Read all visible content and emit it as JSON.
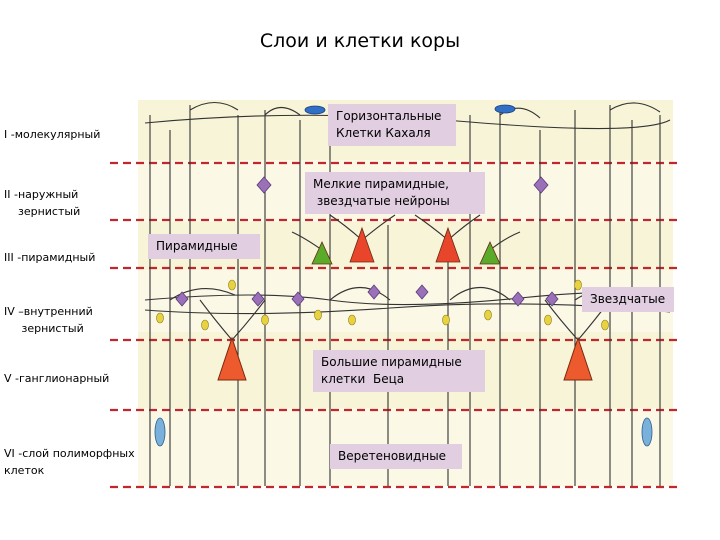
{
  "title": "Слои  и клетки  коры",
  "layers": [
    {
      "label": "I -молекулярный"
    },
    {
      "label": "II -наружный\n    зернистый"
    },
    {
      "label": "III -пирамидный"
    },
    {
      "label": "IV –внутренний\n     зернистый"
    },
    {
      "label": "V -ганглионарный"
    },
    {
      "label": "VI -слой полиморфных\nклеток"
    }
  ],
  "callouts": {
    "horizontal": "Горизонтальные\nКлетки Кахаля",
    "small_pyramidal": "Мелкие пирамидные,\n звездчатые нейроны",
    "pyramidal": "Пирамидные",
    "stellate": "Звездчатые",
    "betz": "Большие пирамидные\nклетки  Беца",
    "fusiform": "Веретеновидные"
  },
  "colors": {
    "layer_band": "#f8f4d8",
    "divider": "#c0282d",
    "callout_bg": "#e1cfe1",
    "neuron_line": "#333333",
    "pyramidal_large": "#ec5a2d",
    "pyramidal_small_red": "#e8452a",
    "pyramidal_small_green": "#5aab2a",
    "stellate": "#9a70b8",
    "horizontal": "#2f6fc5",
    "fusiform": "#7ab0dc",
    "granule": "#e8d240"
  }
}
